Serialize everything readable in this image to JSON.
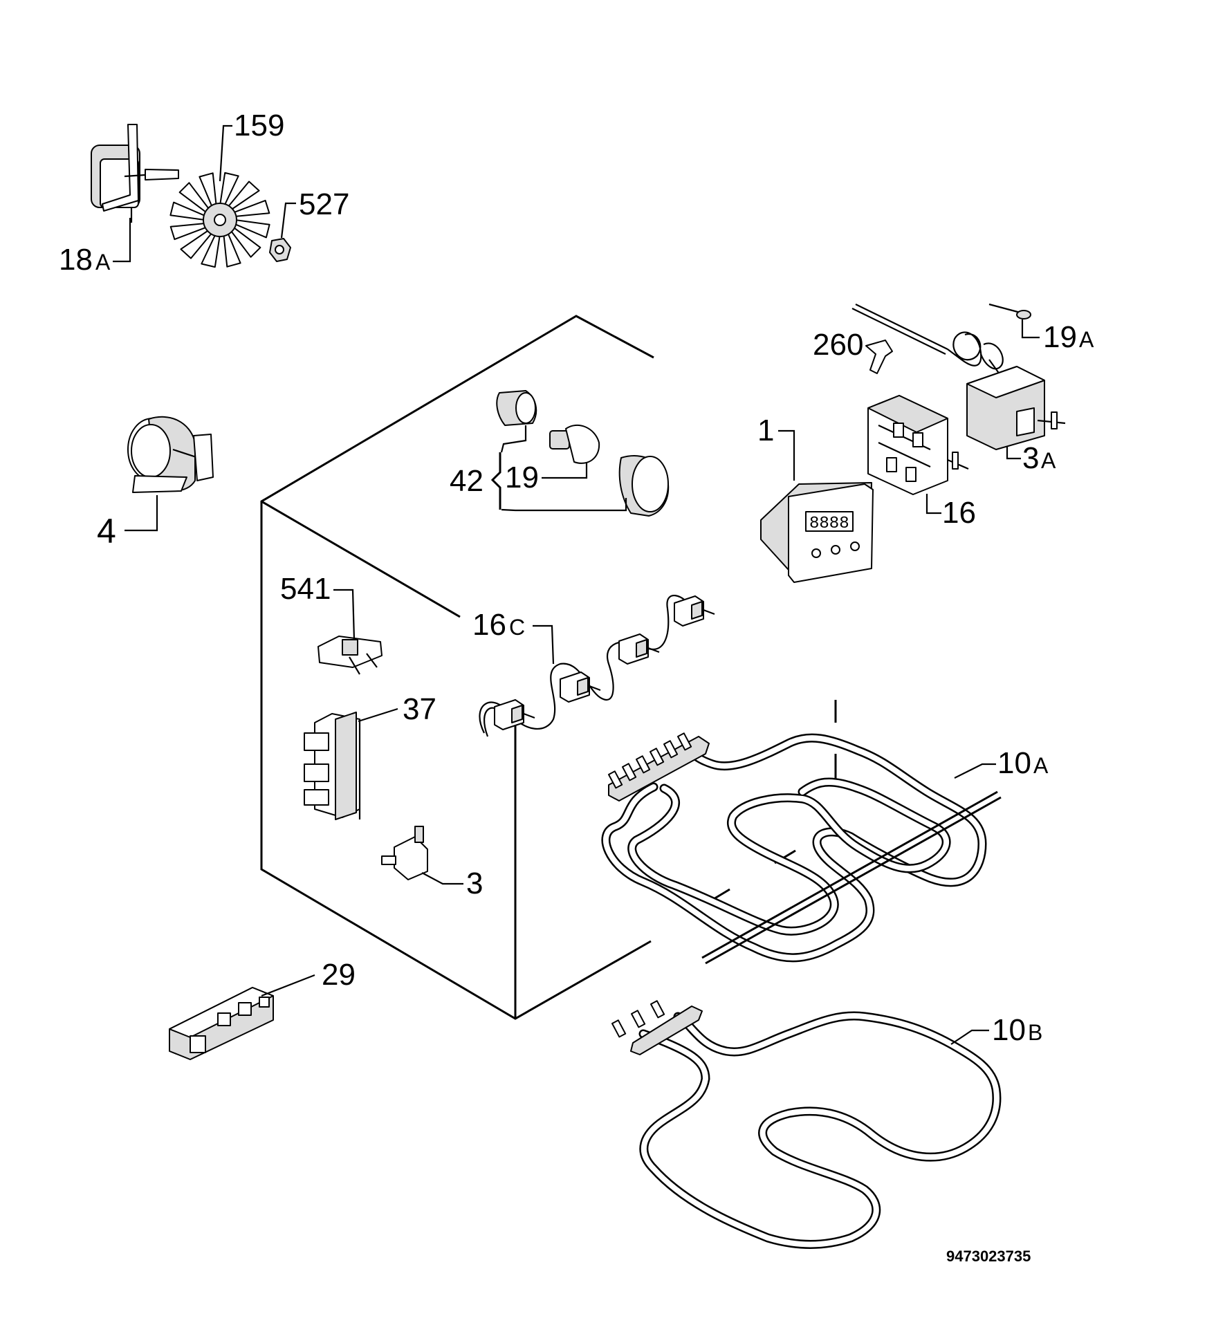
{
  "document_number": "9473023735",
  "parts": [
    {
      "id": "p18a",
      "num": "18",
      "suffix": "A",
      "icon": "fan-motor-icon"
    },
    {
      "id": "p159",
      "num": "159",
      "suffix": "",
      "icon": "fan-blade-icon"
    },
    {
      "id": "p527",
      "num": "527",
      "suffix": "",
      "icon": "nut-icon"
    },
    {
      "id": "p4",
      "num": "4",
      "suffix": "",
      "icon": "motor-icon"
    },
    {
      "id": "p42",
      "num": "42",
      "suffix": "",
      "icon": "lamp-assembly-icon"
    },
    {
      "id": "p19",
      "num": "19",
      "suffix": "",
      "icon": "bulb-icon"
    },
    {
      "id": "p260",
      "num": "260",
      "suffix": "",
      "icon": "clip-icon"
    },
    {
      "id": "p19a",
      "num": "19",
      "suffix": "A",
      "icon": "sensor-icon"
    },
    {
      "id": "p1",
      "num": "1",
      "suffix": "",
      "icon": "timer-display-icon"
    },
    {
      "id": "p3a",
      "num": "3",
      "suffix": "A",
      "icon": "thermostat-icon"
    },
    {
      "id": "p16",
      "num": "16",
      "suffix": "",
      "icon": "selector-switch-icon"
    },
    {
      "id": "p541",
      "num": "541",
      "suffix": "",
      "icon": "switch-icon"
    },
    {
      "id": "p16c",
      "num": "16",
      "suffix": "C",
      "icon": "cable-harness-icon"
    },
    {
      "id": "p37",
      "num": "37",
      "suffix": "",
      "icon": "terminal-block-icon"
    },
    {
      "id": "p10a",
      "num": "10",
      "suffix": "A",
      "icon": "heating-element-top-icon"
    },
    {
      "id": "p3",
      "num": "3",
      "suffix": "",
      "icon": "thermal-cutout-icon"
    },
    {
      "id": "p29",
      "num": "29",
      "suffix": "",
      "icon": "ignition-module-icon"
    },
    {
      "id": "p10b",
      "num": "10",
      "suffix": "B",
      "icon": "heating-element-bottom-icon"
    }
  ]
}
